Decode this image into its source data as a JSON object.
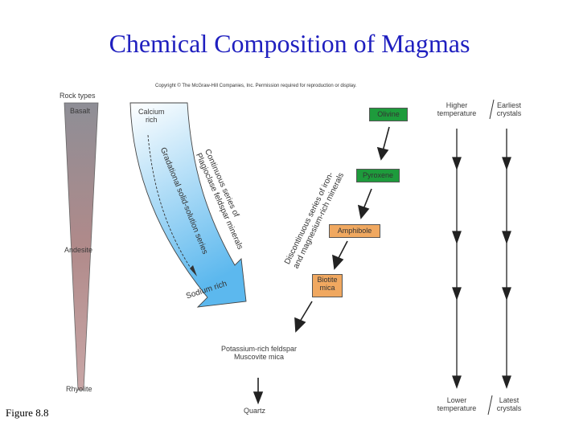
{
  "slide": {
    "title": "Chemical Composition of Magmas",
    "caption": "Figure 8.8",
    "copyright": "Copyright © The McGraw-Hill Companies, Inc. Permission required for reproduction or display."
  },
  "rock_column": {
    "heading": "Rock types",
    "rocks": [
      "Basalt",
      "Andesite",
      "Rhyolite"
    ]
  },
  "continuous_series": {
    "top_label_line1": "Calcium",
    "top_label_line2": "rich",
    "bottom_label": "Sodium rich",
    "arrow_text": "Gradational solid-solution series",
    "side_text_line1": "Continuous series of",
    "side_text_line2": "Plagioclase feldspar minerals"
  },
  "discontinuous_series": {
    "text_line1": "Discontinuous series of iron-",
    "text_line2": "and magnesium-rich minerals",
    "minerals": [
      {
        "name": "Olivine",
        "color": "#1e9b3c"
      },
      {
        "name": "Pyroxene",
        "color": "#1e9b3c"
      },
      {
        "name": "Amphibole",
        "color": "#f0a860"
      },
      {
        "name_line1": "Biotite",
        "name_line2": "mica",
        "color": "#f0a860"
      }
    ],
    "late_minerals_line1": "Potassium-rich feldspar",
    "late_minerals_line2": "Muscovite mica",
    "final_mineral": "Quartz"
  },
  "temperature": {
    "top_line1": "Higher",
    "top_line2": "temperature",
    "bottom_line1": "Lower",
    "bottom_line2": "temperature"
  },
  "crystals": {
    "top_line1": "Earliest",
    "top_line2": "crystals",
    "bottom_line1": "Latest",
    "bottom_line2": "crystals"
  }
}
